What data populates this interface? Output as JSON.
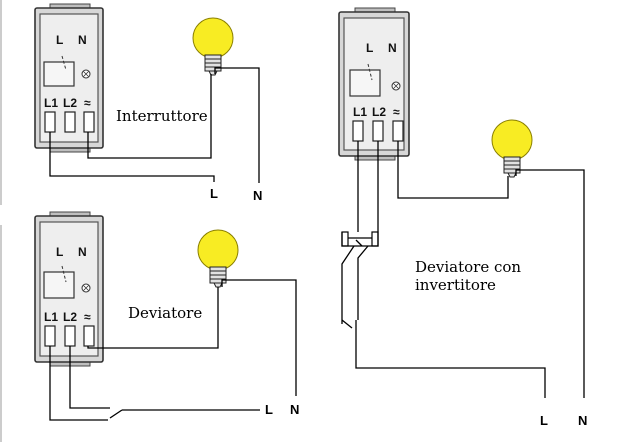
{
  "diagrams": [
    {
      "title": "Interruttore",
      "terminals": {
        "phase": "L",
        "neutral": "N",
        "t1": "L1",
        "t2": "L2"
      },
      "wires": {
        "line": "L",
        "neutral": "N"
      }
    },
    {
      "title": "Deviatore",
      "terminals": {
        "phase": "L",
        "neutral": "N",
        "t1": "L1",
        "t2": "L2"
      },
      "wires": {
        "line": "L",
        "neutral": "N"
      }
    },
    {
      "title_line1": "Deviatore con",
      "title_line2": "invertitore",
      "terminals": {
        "phase": "L",
        "neutral": "N",
        "t1": "L1",
        "t2": "L2"
      },
      "wires": {
        "line": "L",
        "neutral": "N"
      }
    }
  ],
  "colors": {
    "bulb": "#f8ec23",
    "device_body": "#d7d7d7"
  }
}
